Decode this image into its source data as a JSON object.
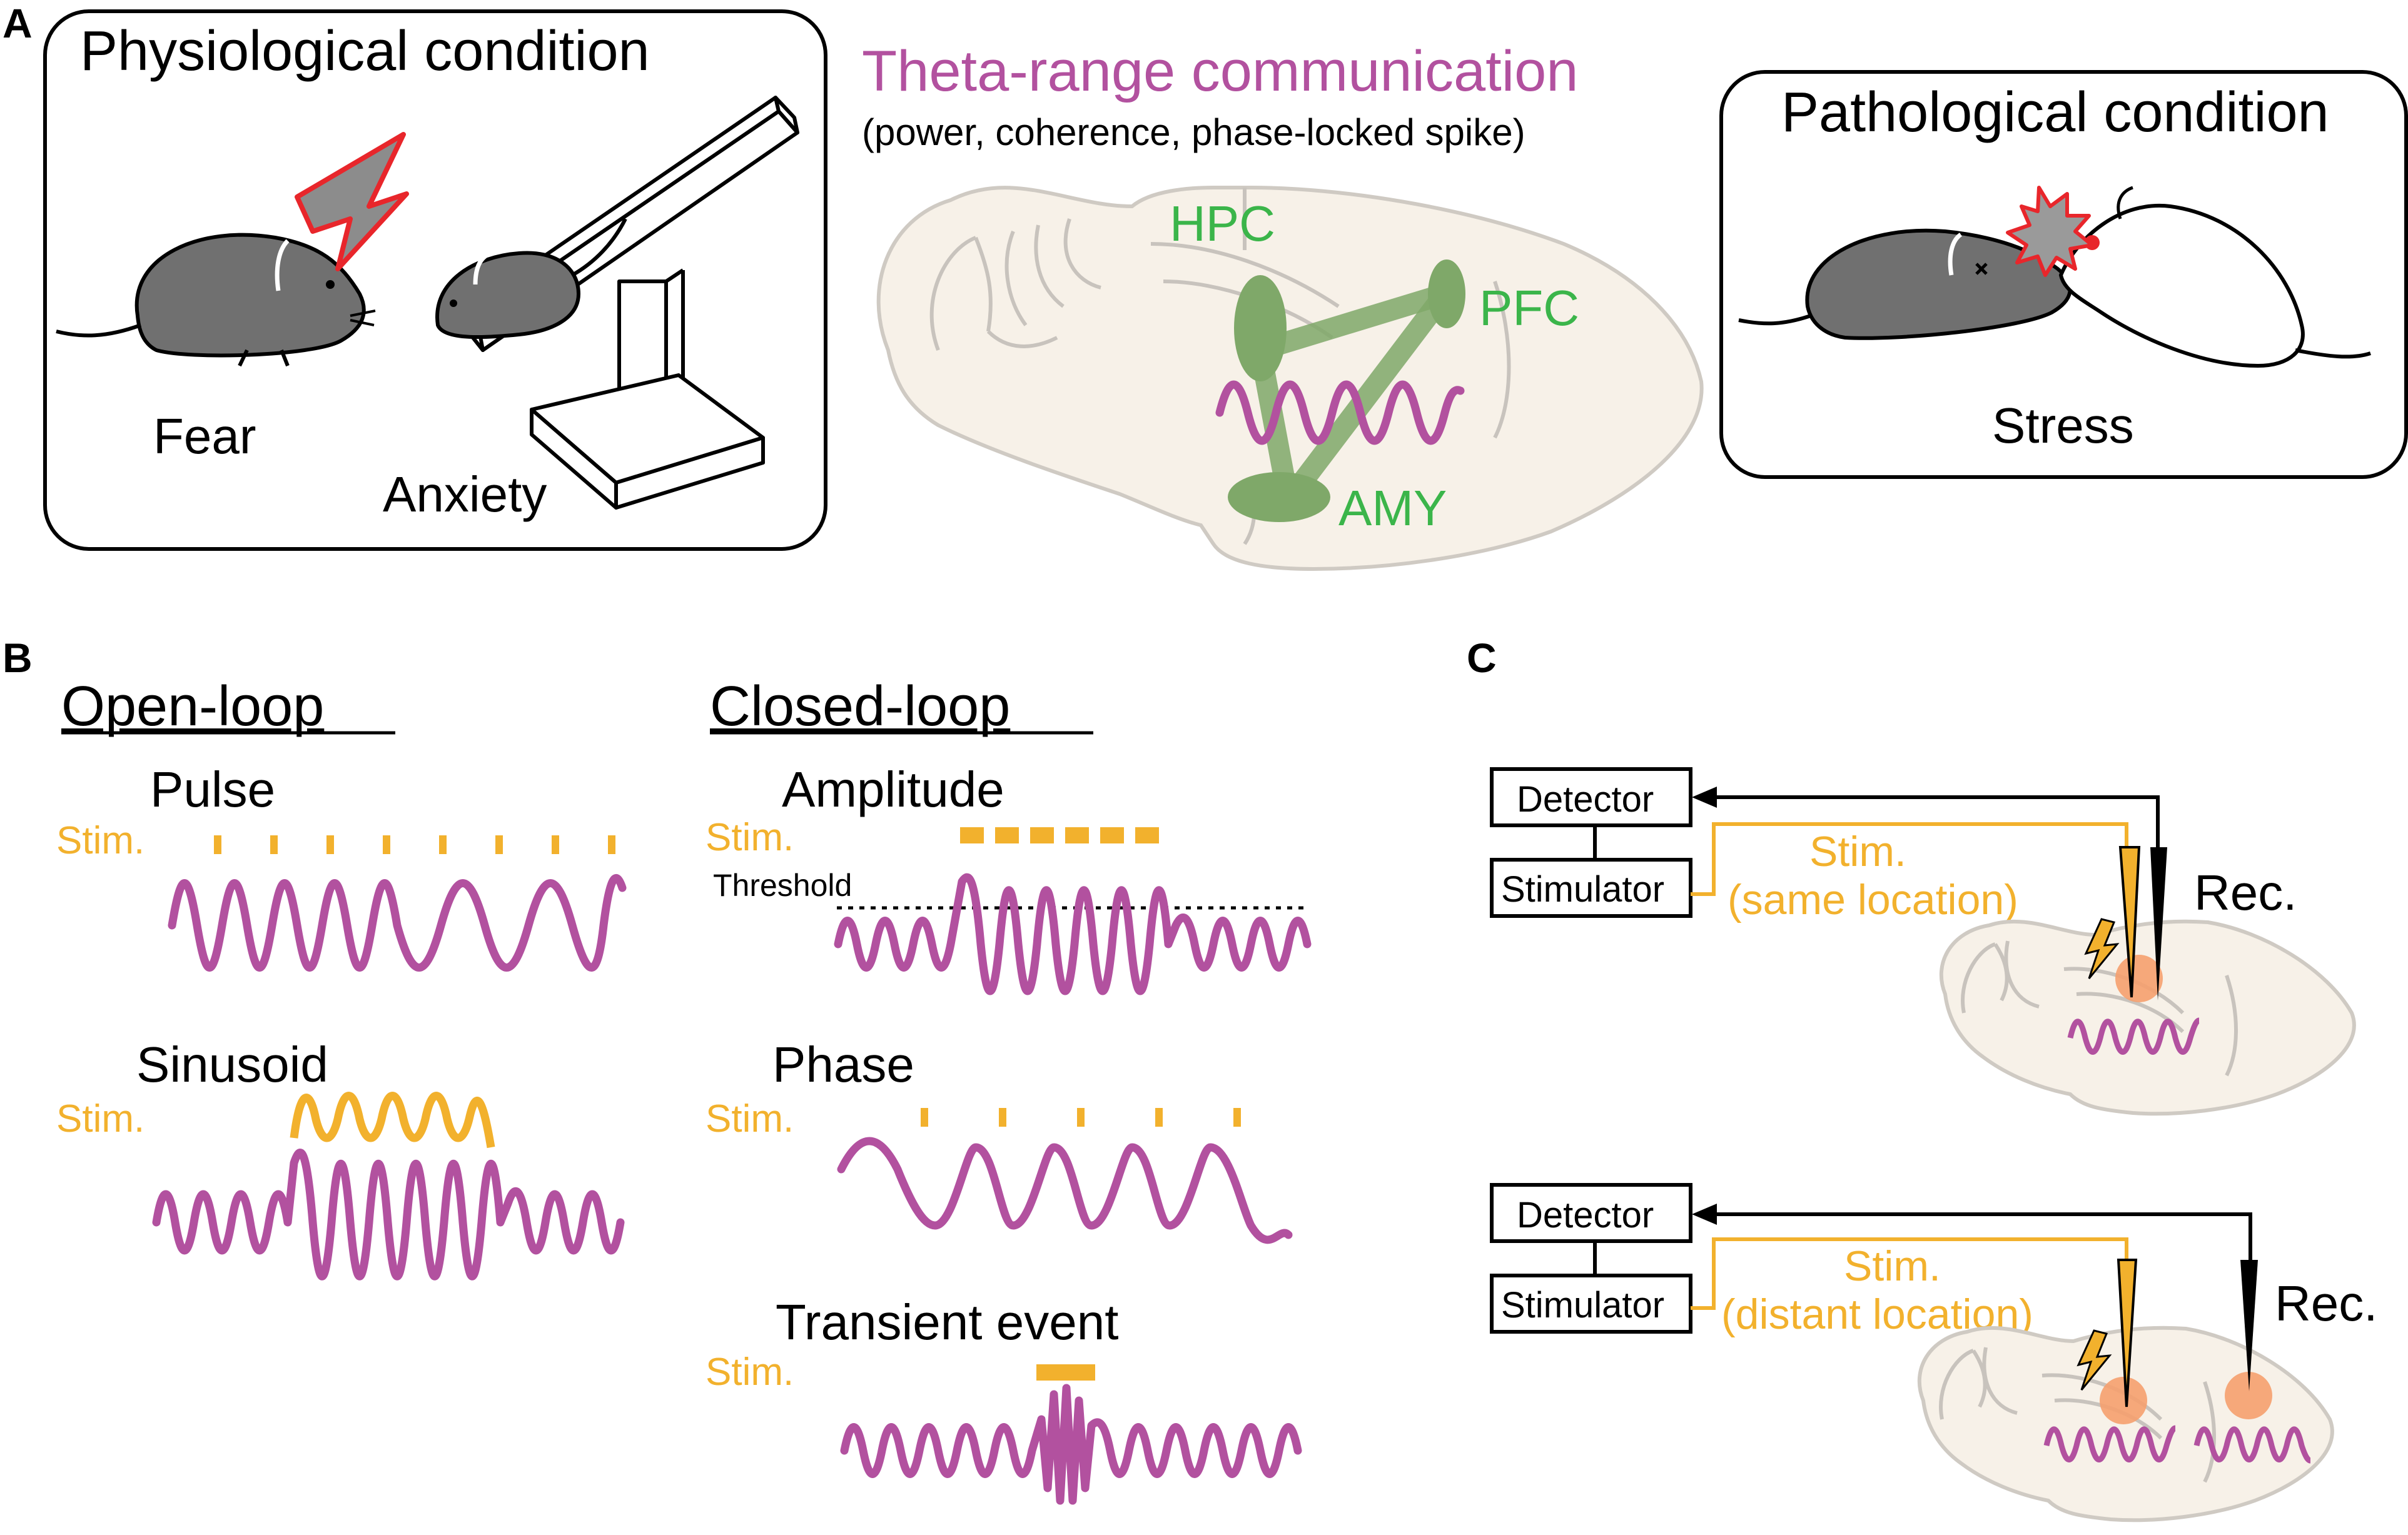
{
  "panels": {
    "a": {
      "letter": "A",
      "physiological": {
        "title": "Physiological condition",
        "fear": "Fear",
        "anxiety": "Anxiety"
      },
      "theta": {
        "title": "Theta-range communication",
        "subtitle": "(power, coherence, phase-locked spike)"
      },
      "regions": {
        "hpc": "HPC",
        "pfc": "PFC",
        "amy": "AMY"
      },
      "pathological": {
        "title": "Pathological condition",
        "stress": "Stress"
      }
    },
    "b": {
      "letter": "B",
      "open_loop": {
        "title": "Open-loop",
        "pulse": "Pulse",
        "sinusoid": "Sinusoid",
        "stim": "Stim."
      },
      "closed_loop": {
        "title": "Closed-loop",
        "amplitude": "Amplitude",
        "threshold": "Threshold",
        "phase": "Phase",
        "transient": "Transient event",
        "stim": "Stim."
      }
    },
    "c": {
      "letter": "C",
      "top": {
        "detector": "Detector",
        "stimulator": "Stimulator",
        "stim1": "Stim.",
        "stim2": "(same location)",
        "rec": "Rec."
      },
      "bottom": {
        "detector": "Detector",
        "stimulator": "Stimulator",
        "stim1": "Stim.",
        "stim2": "(distant location)",
        "rec": "Rec."
      }
    }
  },
  "colors": {
    "purple": "#b2519f",
    "orange": "#f2b12d",
    "green": "#3bb54a",
    "brain_fill": "#f7f1e8",
    "pathway_green": "#7fa869",
    "target_orange": "#f5a06e",
    "shock_red": "#e8262b"
  },
  "icons": [
    "lightning-icon",
    "explosion-icon",
    "electrode-icon"
  ]
}
